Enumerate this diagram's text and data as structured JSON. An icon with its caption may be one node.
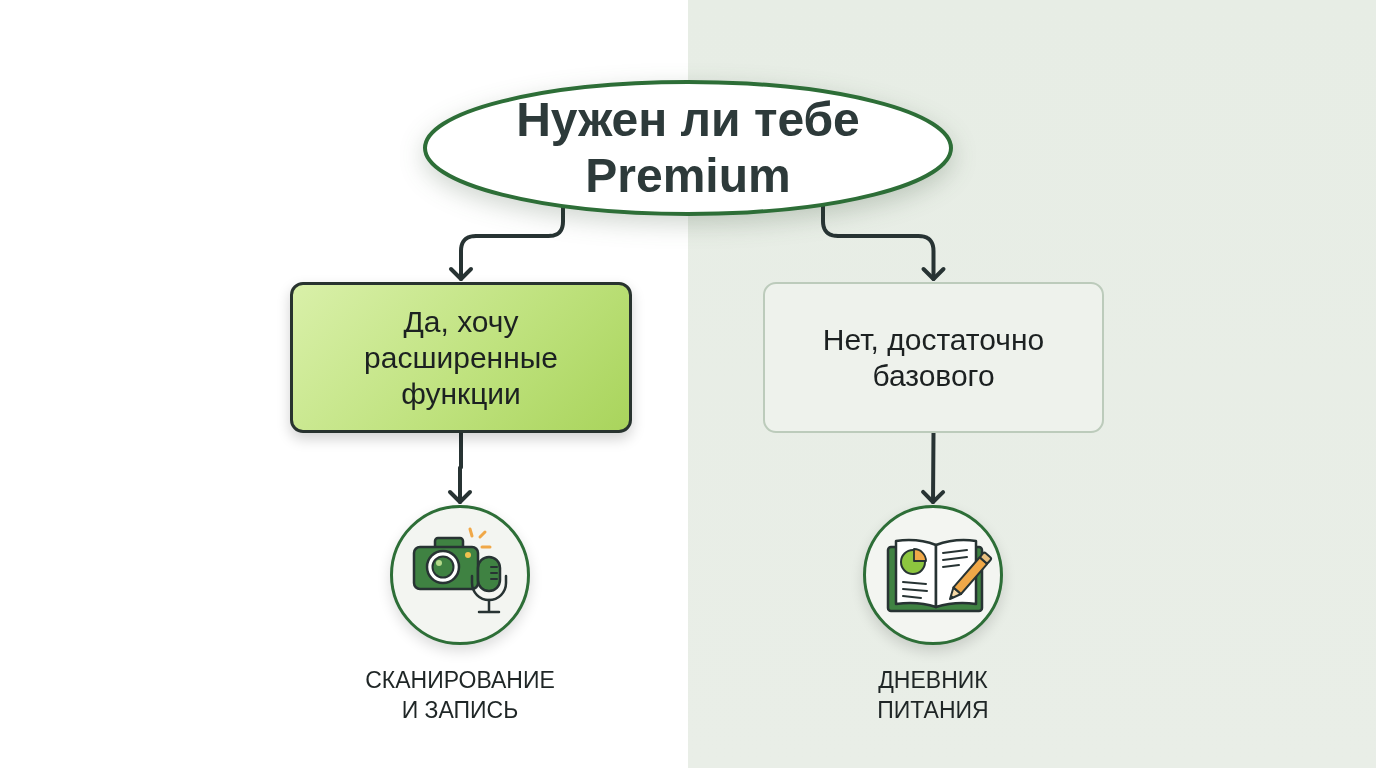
{
  "diagram": {
    "nodes": [
      {
        "text": [
          "Нужен ли тебе Premium"
        ]
      },
      {
        "text": [
          "Да, хочу расширенные функции"
        ]
      },
      {
        "text": [
          "Нет, достаточно базового"
        ]
      },
      {
        "text": [],
        "shape": "circle",
        "beside": [
          "СКАНИРОВАНИЕ И ЗАПИСЬ"
        ]
      },
      {
        "text": [],
        "shape": "circle",
        "beside": [
          "ДНЕВНИК ПИТАНИЯ"
        ]
      }
    ],
    "edges": [
      {
        "from": 0,
        "to": 1,
        "arrow": "to"
      },
      {
        "from": 0,
        "to": 2,
        "arrow": "to"
      },
      {
        "from": 1,
        "to": 3,
        "arrow": "to"
      },
      {
        "from": 2,
        "to": 4,
        "arrow": "to"
      }
    ]
  }
}
